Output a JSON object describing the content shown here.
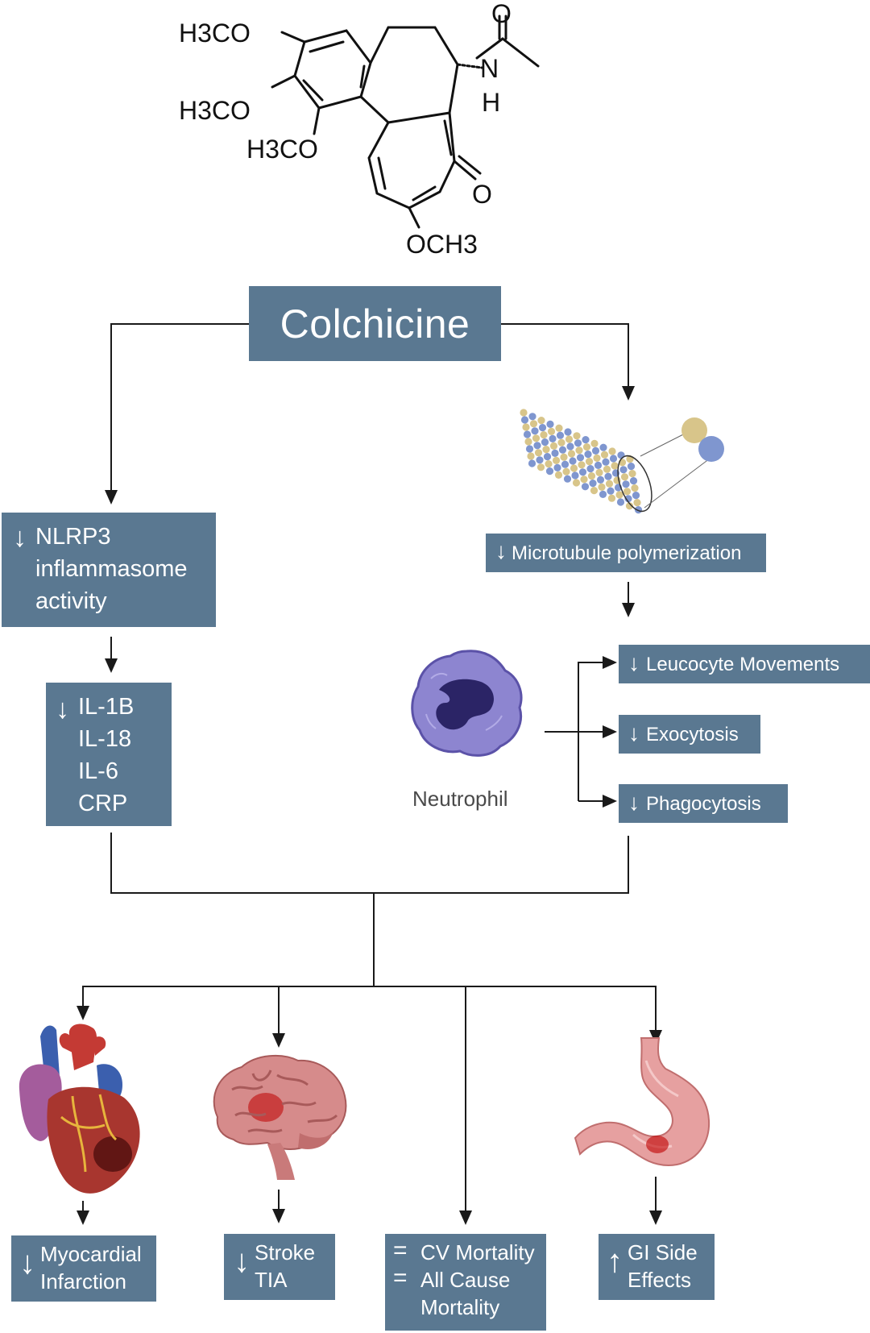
{
  "structure": {
    "groups": [
      "H3CO",
      "H3CO",
      "H3CO",
      "N",
      "H",
      "O",
      "O",
      "OCH3"
    ]
  },
  "root": {
    "label": "Colchicine"
  },
  "left_branch": {
    "nlrp3": {
      "symbol": "↓",
      "lines": [
        "NLRP3",
        "inflammasome",
        "activity"
      ]
    },
    "cytokines": {
      "symbol": "↓",
      "lines": [
        "IL-1B",
        "IL-18",
        "IL-6",
        "CRP"
      ]
    }
  },
  "right_branch": {
    "microtubule": {
      "symbol": "↓",
      "label": "Microtubule polymerization"
    },
    "neutrophil_caption": "Neutrophil",
    "effects": [
      {
        "symbol": "↓",
        "label": "Leucocyte Movements"
      },
      {
        "symbol": "↓",
        "label": "Exocytosis"
      },
      {
        "symbol": "↓",
        "label": "Phagocytosis"
      }
    ]
  },
  "outcomes": [
    {
      "symbol": "↓",
      "lines": [
        "Myocardial",
        "Infarction"
      ]
    },
    {
      "symbol": "↓",
      "lines": [
        "Stroke",
        "TIA"
      ]
    },
    {
      "symbols": [
        "=",
        "="
      ],
      "lines": [
        "CV Mortality",
        "All Cause",
        "Mortality"
      ]
    },
    {
      "symbol": "↑",
      "lines": [
        "GI Side",
        "Effects"
      ]
    }
  ],
  "colors": {
    "box_fill": "#5a7891",
    "box_text": "#ffffff",
    "line": "#1a1a1a",
    "tubulin_alpha": "#d8c58a",
    "tubulin_beta": "#7f96cf",
    "neutrophil": "#8d85d0",
    "heart": "#b8362f",
    "brain": "#d68b8b",
    "stomach": "#e6a0a0"
  },
  "icons": [
    "colchicine-structure-icon",
    "microtubule-icon",
    "neutrophil-icon",
    "heart-icon",
    "brain-icon",
    "stomach-icon"
  ]
}
